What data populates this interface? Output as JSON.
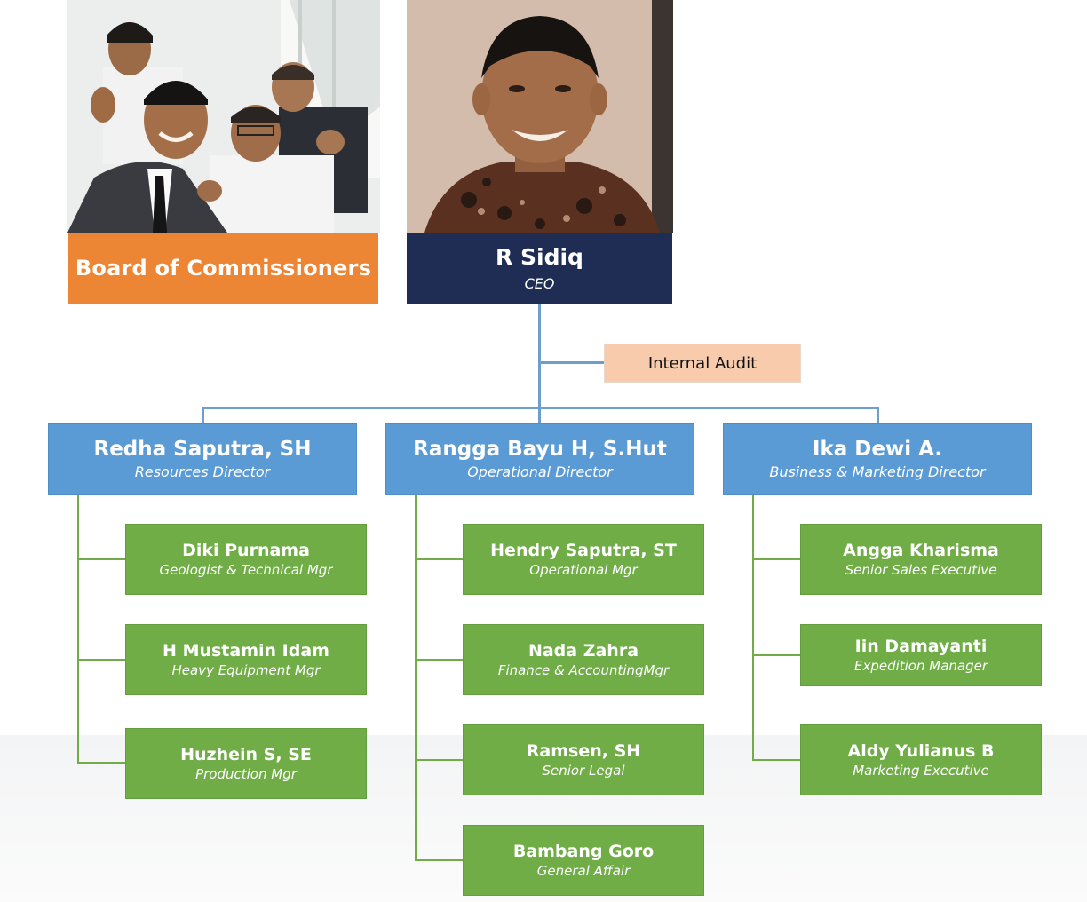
{
  "board": {
    "label": "Board of Commissioners"
  },
  "ceo": {
    "name": "R Sidiq",
    "role": "CEO"
  },
  "internal_audit": {
    "label": "Internal Audit"
  },
  "directors": [
    {
      "name": "Redha Saputra, SH",
      "role": "Resources Director",
      "reports": [
        {
          "name": "Diki Purnama",
          "role": "Geologist & Technical Mgr"
        },
        {
          "name": "H Mustamin Idam",
          "role": "Heavy Equipment Mgr"
        },
        {
          "name": "Huzhein S, SE",
          "role": "Production Mgr"
        }
      ]
    },
    {
      "name": "Rangga Bayu H, S.Hut",
      "role": "Operational Director",
      "reports": [
        {
          "name": "Hendry Saputra, ST",
          "role": "Operational Mgr"
        },
        {
          "name": "Nada Zahra",
          "role": "Finance & AccountingMgr"
        },
        {
          "name": "Ramsen, SH",
          "role": "Senior Legal"
        },
        {
          "name": "Bambang Goro",
          "role": "General Affair"
        }
      ]
    },
    {
      "name": "Ika Dewi A.",
      "role": "Business & Marketing Director",
      "reports": [
        {
          "name": "Angga Kharisma",
          "role": "Senior Sales Executive"
        },
        {
          "name": "Iin Damayanti",
          "role": "Expedition Manager"
        },
        {
          "name": "Aldy Yulianus B",
          "role": "Marketing Executive"
        }
      ]
    }
  ],
  "colors": {
    "board": "#ed8634",
    "ceo": "#1f2d55",
    "audit": "#f8cbad",
    "director": "#5b9bd5",
    "staff": "#70ad47"
  }
}
